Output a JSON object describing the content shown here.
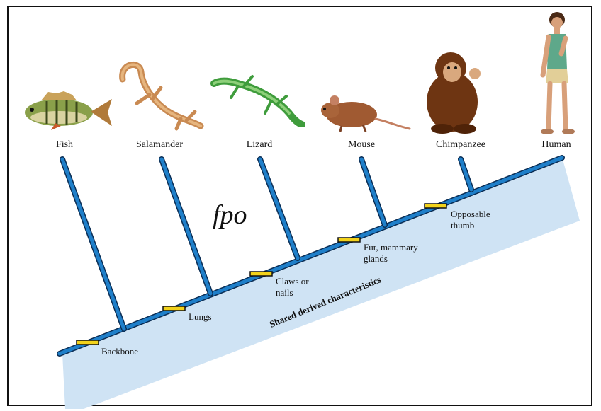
{
  "taxa": [
    "Fish",
    "Salamander",
    "Lizard",
    "Mouse",
    "Chimpanzee",
    "Human"
  ],
  "traits": [
    "Backbone",
    "Lungs",
    "Claws or nails",
    "Fur, mammary glands",
    "Opposable thumb"
  ],
  "trait_lines": {
    "claws_1": "Claws or",
    "claws_2": "nails",
    "fur_1": "Fur, mammary",
    "fur_2": "glands",
    "thumb_1": "Opposable",
    "thumb_2": "thumb"
  },
  "placeholder_text": "fpo",
  "shared_caption": "Shared derived characteristics",
  "colors": {
    "branch": "#1f7fc9",
    "branch_outline": "#0b2e55",
    "band": "#cfe3f4",
    "marker": "#f2d21b",
    "marker_outline": "#111111"
  },
  "icons": [
    "fish-icon",
    "salamander-icon",
    "lizard-icon",
    "mouse-icon",
    "chimpanzee-icon",
    "human-icon"
  ]
}
